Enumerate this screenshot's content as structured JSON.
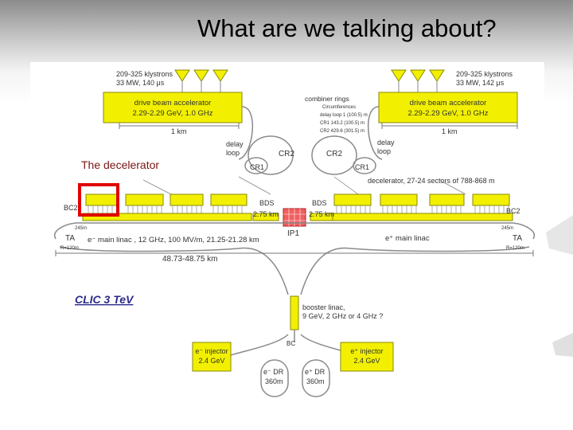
{
  "slide": {
    "title": "What are we talking about?"
  },
  "overlay": {
    "decelerator_label": "The decelerator",
    "highlight_color": "#e00000"
  },
  "diagram": {
    "clic_label": "CLIC 3 TeV",
    "left_klystrons": [
      "209-325 klystrons",
      "33 MW, 140 μs"
    ],
    "right_klystrons": [
      "209-325 klystrons",
      "33 MW, 142 μs"
    ],
    "left_drive_beam": [
      "drive beam accelerator",
      "2.29-2.29 GeV, 1.0 GHz"
    ],
    "right_drive_beam": [
      "drive beam accelerator",
      "2.29-2.29 GeV, 1.0 GHz"
    ],
    "left_1km": "1 km",
    "right_1km": "1 km",
    "combiner_rings": [
      "combiner rings",
      "Circumferences",
      "delay loop 1 (100.5) m",
      "CR1 143.2 (100.5) m",
      "CR2 429.6 (301.5) m"
    ],
    "left_delay_loop": [
      "delay",
      "loop"
    ],
    "right_delay_loop": [
      "delay",
      "loop"
    ],
    "cr2_left": "CR2",
    "cr2_right": "CR2",
    "cr1_left": "CR1",
    "cr1_right": "CR1",
    "decelerator_sectors": "decelerator, 27-24 sectors of 788-868 m",
    "bc2_left": "BC2",
    "bc2_right": "BC2",
    "ta_left": "TA",
    "ta_right": "TA",
    "r120_left": "R=120m",
    "r120_right": "R=120m",
    "bend_left": "245m",
    "bend_right": "245m",
    "bds_left": "BDS",
    "bds_right": "BDS",
    "bds_left_len": "2.75 km",
    "bds_right_len": "2.75 km",
    "ip": "IP1",
    "main_linac_electron": "e⁻ main linac , 12 GHz, 100 MV/m, 21.25-21.28 km",
    "main_linac_positron": "e⁺ main linac",
    "total_length": "48.73-48.75 km",
    "booster": [
      "booster linac,",
      "9 GeV, 2 GHz or 4 GHz ?"
    ],
    "bc_center": "BC",
    "electron_injector": [
      "e⁻ injector",
      "2.4 GeV"
    ],
    "positron_injector": [
      "e⁺ injector",
      "2.4 GeV"
    ],
    "electron_dr": [
      "e⁻ DR",
      "360m"
    ],
    "positron_dr": [
      "e⁺ DR",
      "360m"
    ]
  },
  "colors": {
    "block_fill": "#f2f000",
    "block_stroke": "#8a8a00",
    "line": "#8a8a8a",
    "ip_fill": "#f06060"
  }
}
